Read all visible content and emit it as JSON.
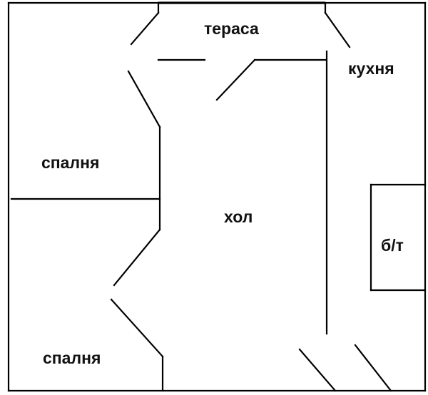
{
  "floor_plan": {
    "rooms": [
      {
        "id": "terrace",
        "label": "тераса"
      },
      {
        "id": "kitchen",
        "label": "кухня"
      },
      {
        "id": "bedroom-1",
        "label": "спалня"
      },
      {
        "id": "hall",
        "label": "хол"
      },
      {
        "id": "bathroom",
        "label": "б/т"
      },
      {
        "id": "bedroom-2",
        "label": "спалня"
      }
    ]
  }
}
